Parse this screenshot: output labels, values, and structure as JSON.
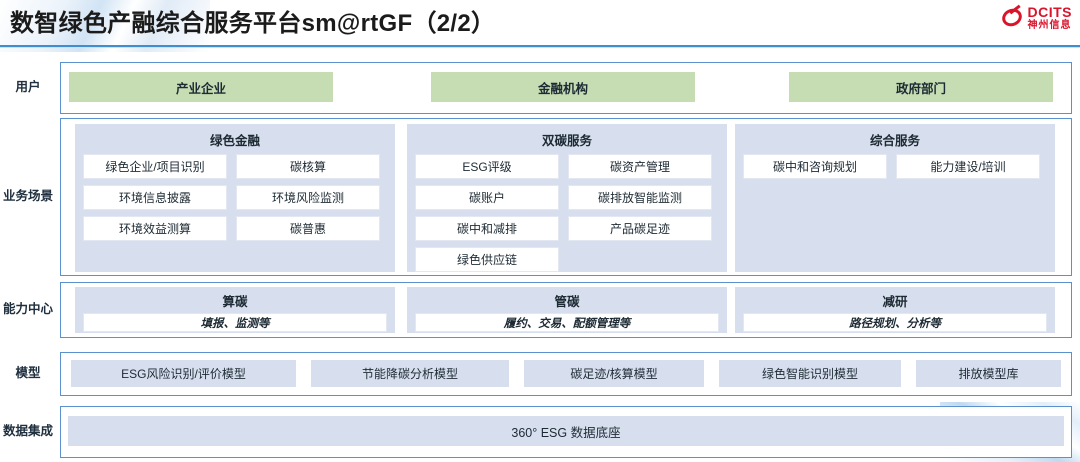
{
  "header": {
    "title": "数智绿色产融综合服务平台sm@rtGF（2/2）",
    "logo_en": "DCITS",
    "logo_cn": "神州信息"
  },
  "colors": {
    "frame_border": "#5b91cd",
    "panel_bg": "#d7dfef",
    "green_box": "#c6ddb4",
    "brand_red": "#d9142b",
    "rule_blue": "#3f8fd0"
  },
  "rows": {
    "users": {
      "label": "用户",
      "boxes": [
        {
          "label": "产业企业"
        },
        {
          "label": "金融机构"
        },
        {
          "label": "政府部门"
        }
      ]
    },
    "scenarios": {
      "label": "业务场景",
      "groups": [
        {
          "title": "绿色金融",
          "items": [
            "绿色企业/项目识别",
            "碳核算",
            "环境信息披露",
            "环境风险监测",
            "环境效益测算",
            "碳普惠"
          ]
        },
        {
          "title": "双碳服务",
          "items": [
            "ESG评级",
            "碳资产管理",
            "碳账户",
            "碳排放智能监测",
            "碳中和减排",
            "产品碳足迹",
            "绿色供应链"
          ]
        },
        {
          "title": "综合服务",
          "items": [
            "碳中和咨询规划",
            "能力建设/培训"
          ]
        }
      ]
    },
    "capability": {
      "label": "能力中心",
      "groups": [
        {
          "title": "算碳",
          "desc": "填报、监测等"
        },
        {
          "title": "管碳",
          "desc": "履约、交易、配额管理等"
        },
        {
          "title": "减研",
          "desc": "路径规划、分析等"
        }
      ]
    },
    "models": {
      "label": "模型",
      "items": [
        "ESG风险识别/评价模型",
        "节能降碳分析模型",
        "碳足迹/核算模型",
        "绿色智能识别模型",
        "排放模型库"
      ]
    },
    "data": {
      "label": "数据集成",
      "bar_label": "360° ESG 数据底座"
    }
  }
}
